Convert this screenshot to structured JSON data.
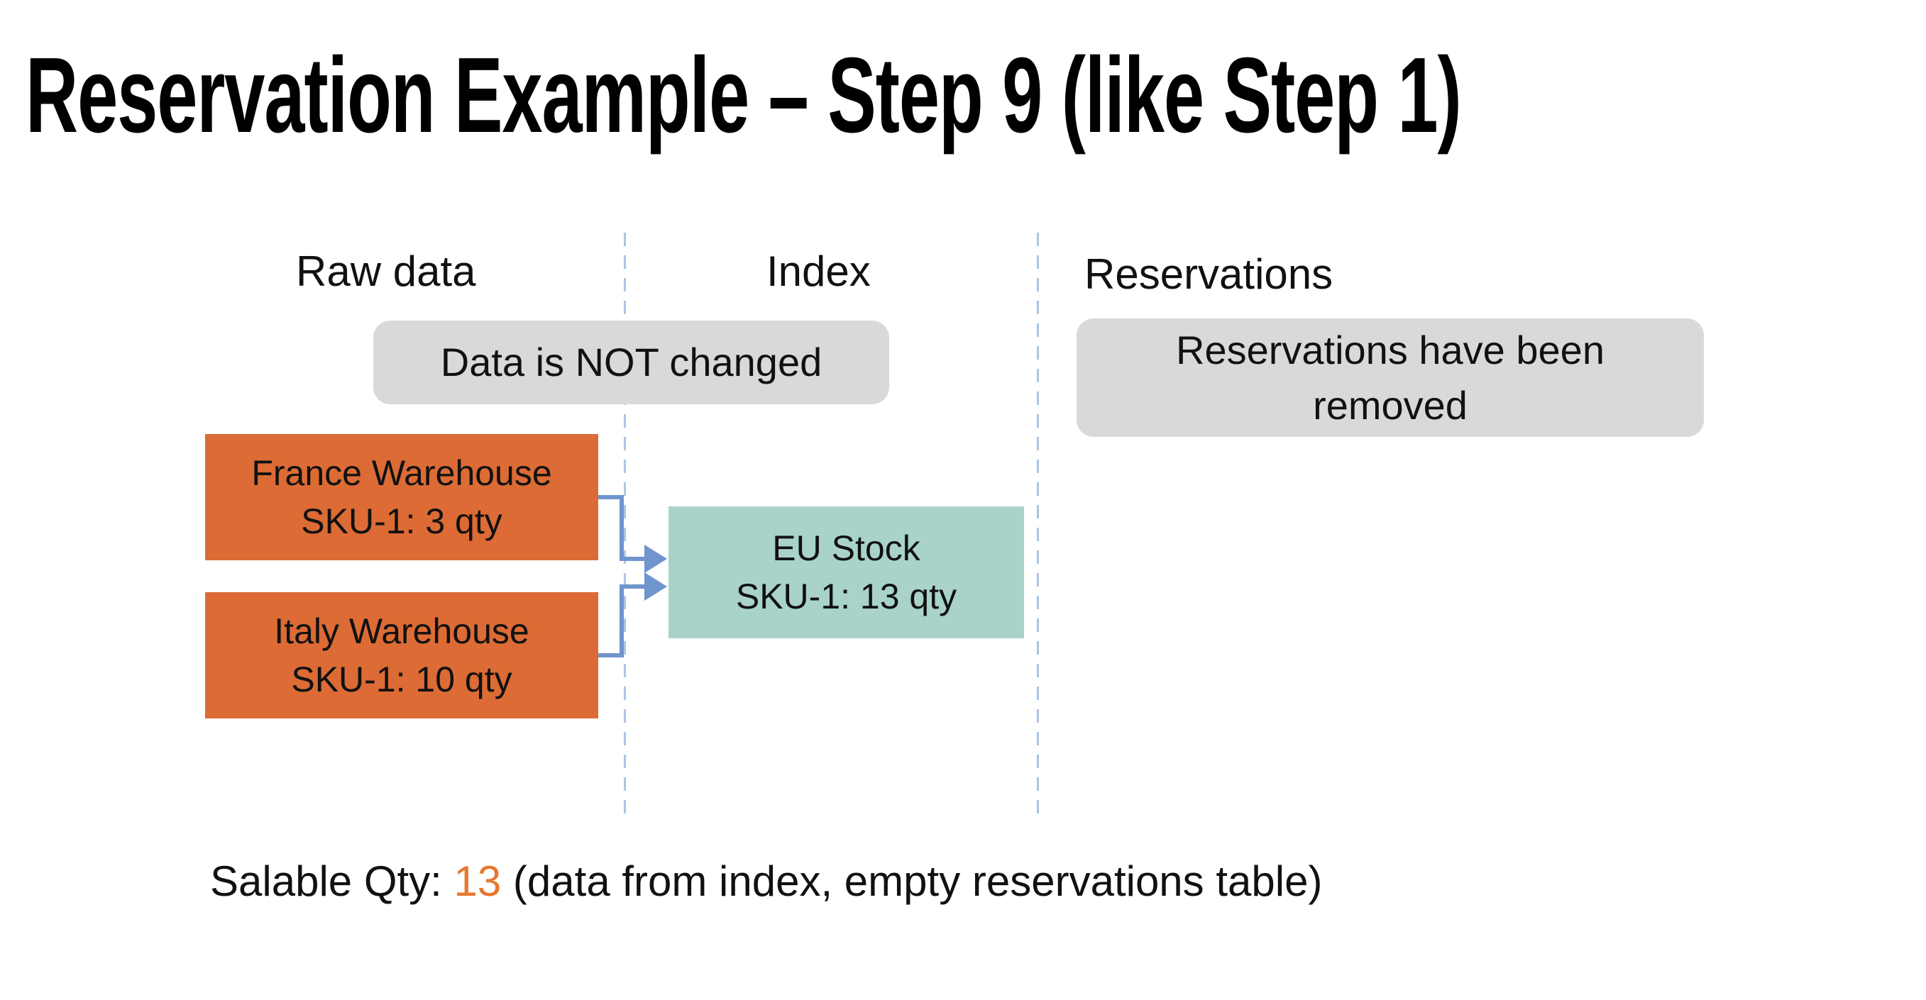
{
  "slide": {
    "title": "Reservation Example – Step 9 (like Step 1)"
  },
  "columns": [
    {
      "id": "raw-data",
      "label": "Raw data"
    },
    {
      "id": "index",
      "label": "Index"
    },
    {
      "id": "reservations",
      "label": "Reservations"
    }
  ],
  "callouts": {
    "data_not_changed": "Data is NOT changed",
    "reservations_removed": "Reservations have been removed"
  },
  "nodes": {
    "france": {
      "line1": "France Warehouse",
      "line2": "SKU-1: 3 qty"
    },
    "italy": {
      "line1": "Italy Warehouse",
      "line2": "SKU-1: 10 qty"
    },
    "eu_stock": {
      "line1": "EU Stock",
      "line2": "SKU-1: 13 qty"
    }
  },
  "summary": {
    "label": "Salable Qty: ",
    "value": "13",
    "note": " (data from index, empty reservations table)"
  },
  "colors": {
    "warehouse_box": "#dc6b35",
    "index_box": "#a9d3c9",
    "callout_box": "#d9d9d9",
    "divider": "#a9c6e3",
    "connector": "#7094cc",
    "text": "#111111",
    "accent_value": "#e8772f"
  }
}
